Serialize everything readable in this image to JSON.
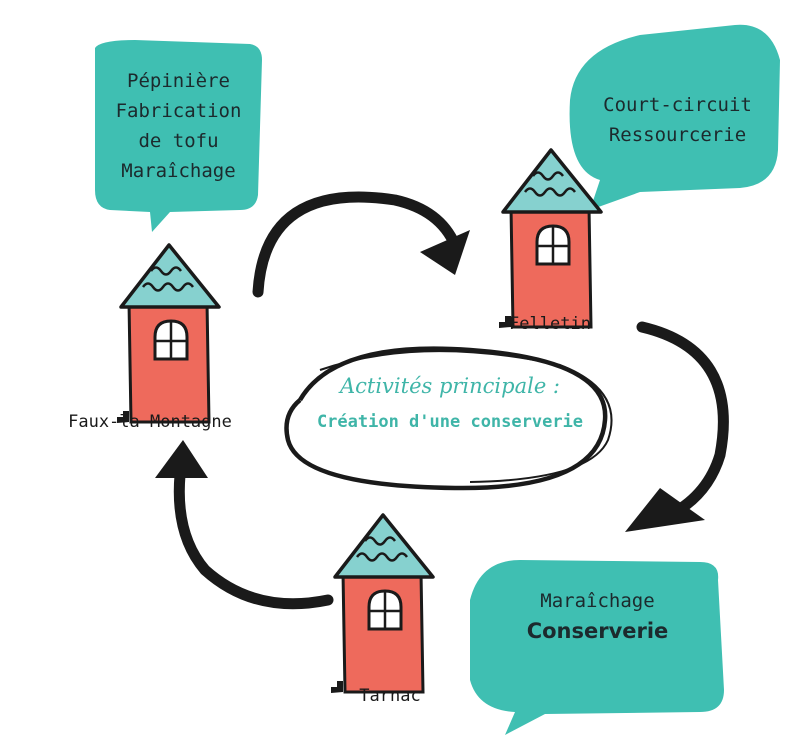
{
  "colors": {
    "bubble": "#3fbfb2",
    "house_body": "#ee6a5c",
    "house_roof": "#86d1cf",
    "ink": "#1a1a1a",
    "accent_text": "#3fb5a8"
  },
  "icons": [
    "speech-bubble",
    "house-icon",
    "curved-arrow"
  ],
  "bubbles": [
    {
      "lines": [
        "Pépinière",
        "Fabrication",
        "de tofu",
        "Maraîchage"
      ]
    },
    {
      "lines": [
        "Court-circuit",
        "Ressourcerie"
      ]
    },
    {
      "lines": [
        "Maraîchage"
      ],
      "bold": "Conserverie"
    }
  ],
  "villages": {
    "faux": "Faux-la-Montagne",
    "felletin": "Felletin",
    "tarnac": "Tarnac"
  },
  "center": {
    "title": "Activités principale  :",
    "subtitle": "Création d'une conserverie"
  }
}
